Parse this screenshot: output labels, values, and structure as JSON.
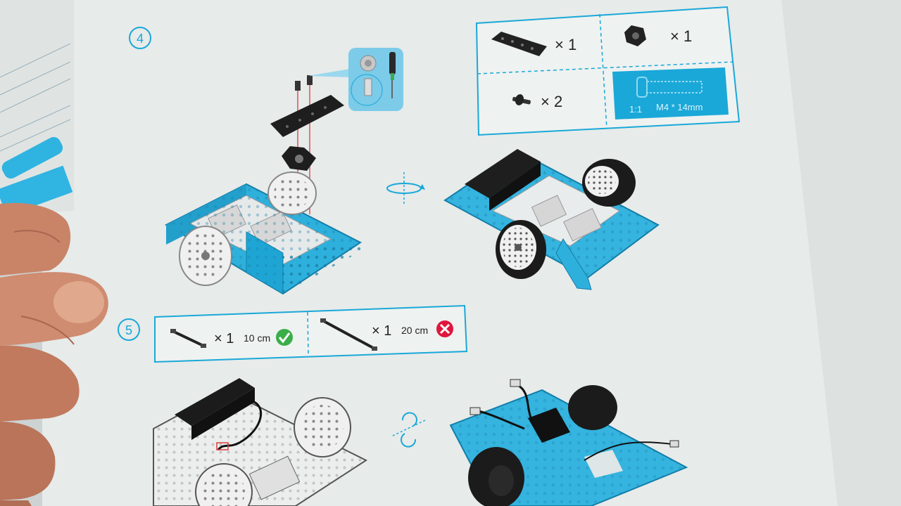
{
  "step4": {
    "number": "4",
    "parts": {
      "plate_qty": "× 1",
      "nut_qty": "× 1",
      "screw_qty": "× 2",
      "screw_scale": "1:1",
      "screw_spec": "M4 * 14mm"
    }
  },
  "step5": {
    "number": "5",
    "cables": [
      {
        "qty": "× 1",
        "length": "10 cm",
        "status": "correct"
      },
      {
        "qty": "× 1",
        "length": "20 cm",
        "status": "incorrect"
      }
    ]
  },
  "colors": {
    "page": "#e8eceb",
    "accent_blue": "#1aa8d8",
    "frame_blue": "#35b5dd",
    "part_black": "#222222",
    "check_green": "#3aae48",
    "cross_red": "#e0163c"
  }
}
